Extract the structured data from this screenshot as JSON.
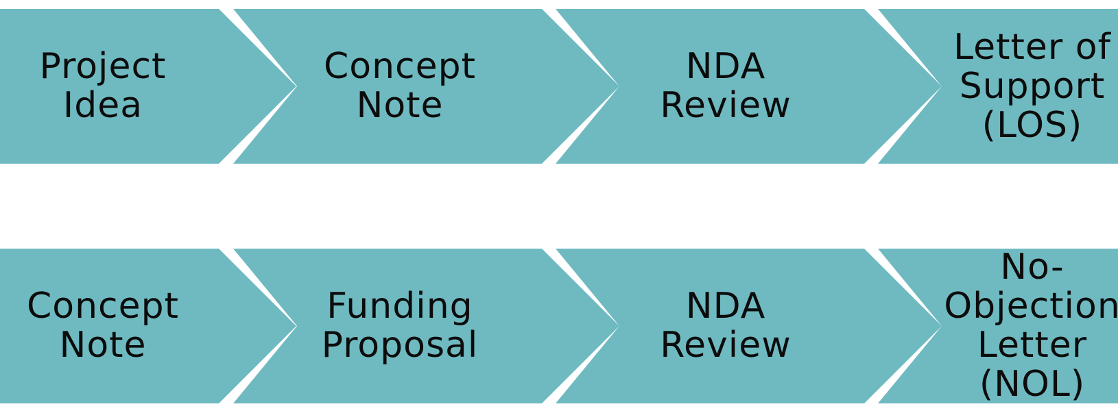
{
  "colors": {
    "arrow_fill": "#6fbac1",
    "background": "#ffffff",
    "text": "#0c0c0c"
  },
  "rows": [
    {
      "steps": [
        {
          "label": "Project\nIdea"
        },
        {
          "label": "Concept\nNote"
        },
        {
          "label": "NDA\nReview"
        },
        {
          "label": "Letter of\nSupport\n(LOS)"
        }
      ]
    },
    {
      "steps": [
        {
          "label": "Concept\nNote"
        },
        {
          "label": "Funding\nProposal"
        },
        {
          "label": "NDA\nReview"
        },
        {
          "label": "No-\nObjection\nLetter (NOL)"
        }
      ]
    }
  ]
}
